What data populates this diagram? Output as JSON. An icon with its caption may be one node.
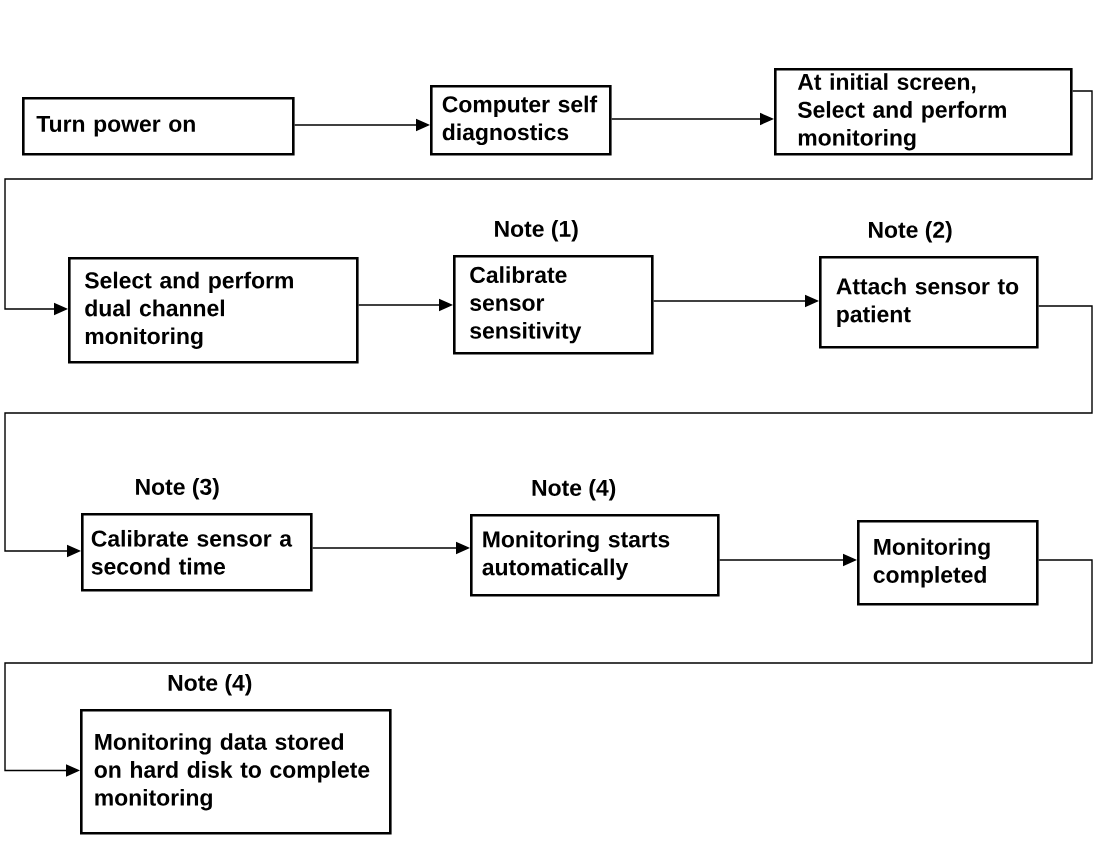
{
  "diagram": {
    "nodes": [
      {
        "text": [
          "Turn power on"
        ]
      },
      {
        "text": [
          "Computer self diagnostics"
        ]
      },
      {
        "text": [
          "At initial screen, Select and perform monitoring"
        ]
      },
      {
        "text": [
          "Select and perform dual channel monitoring"
        ]
      },
      {
        "text": [
          "Calibrate sensor sensitivity"
        ],
        "beside": [
          "Note (1)"
        ]
      },
      {
        "text": [
          "Attach sensor to patient"
        ],
        "beside": [
          "Note (2)"
        ]
      },
      {
        "text": [
          "Calibrate sensor a second time"
        ],
        "beside": [
          "Note (3)"
        ]
      },
      {
        "text": [
          "Monitoring starts automatically"
        ],
        "beside": [
          "Note (4)"
        ]
      },
      {
        "text": [
          "Monitoring completed"
        ]
      },
      {
        "text": [
          "Monitoring data stored on hard disk to complete monitoring"
        ],
        "beside": [
          "Note (4)"
        ]
      }
    ],
    "edges": [
      {
        "from": 0,
        "to": 1,
        "arrow": "to"
      },
      {
        "from": 1,
        "to": 2,
        "arrow": "to"
      },
      {
        "from": 2,
        "to": 3,
        "arrow": "to"
      },
      {
        "from": 3,
        "to": 4,
        "arrow": "to"
      },
      {
        "from": 4,
        "to": 5,
        "arrow": "to"
      },
      {
        "from": 5,
        "to": 6,
        "arrow": "to"
      },
      {
        "from": 6,
        "to": 7,
        "arrow": "to"
      },
      {
        "from": 7,
        "to": 8,
        "arrow": "to"
      },
      {
        "from": 8,
        "to": 9,
        "arrow": "to"
      }
    ]
  }
}
